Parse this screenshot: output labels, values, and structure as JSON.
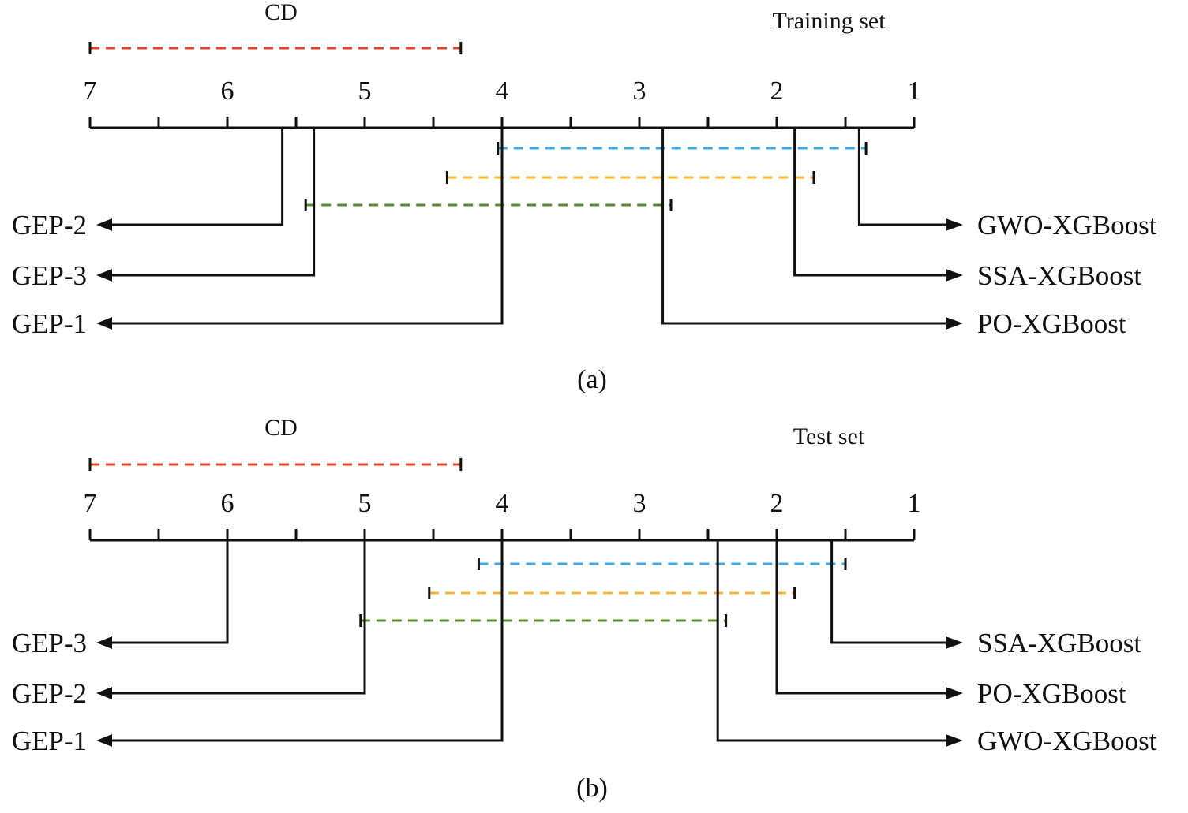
{
  "colors": {
    "axis": "#111111",
    "cd_bar": "#e8412c",
    "group_1": "#3fa9e6",
    "group_2": "#f7b534",
    "group_3": "#5a8a2e"
  },
  "chart_data": [
    {
      "type": "critical-difference",
      "panel": "(a)",
      "title": "Training set",
      "cd_label": "CD",
      "axis_range": [
        7,
        1
      ],
      "ticks": [
        "7",
        "6",
        "5",
        "4",
        "3",
        "2",
        "1"
      ],
      "cd_value": 2.7,
      "methods": [
        {
          "name": "GEP-2",
          "rank": 5.6,
          "side": "left"
        },
        {
          "name": "GEP-3",
          "rank": 5.37,
          "side": "left"
        },
        {
          "name": "GEP-1",
          "rank": 4.0,
          "side": "left"
        },
        {
          "name": "GWO-XGBoost",
          "rank": 1.4,
          "side": "right"
        },
        {
          "name": "SSA-XGBoost",
          "rank": 1.87,
          "side": "right"
        },
        {
          "name": "PO-XGBoost",
          "rank": 2.83,
          "side": "right"
        }
      ],
      "cliques": [
        {
          "from": 4.03,
          "to": 1.35
        },
        {
          "from": 4.4,
          "to": 1.73
        },
        {
          "from": 5.43,
          "to": 2.77
        }
      ]
    },
    {
      "type": "critical-difference",
      "panel": "(b)",
      "title": "Test set",
      "cd_label": "CD",
      "axis_range": [
        7,
        1
      ],
      "ticks": [
        "7",
        "6",
        "5",
        "4",
        "3",
        "2",
        "1"
      ],
      "cd_value": 2.7,
      "methods": [
        {
          "name": "GEP-3",
          "rank": 6.0,
          "side": "left"
        },
        {
          "name": "GEP-2",
          "rank": 5.0,
          "side": "left"
        },
        {
          "name": "GEP-1",
          "rank": 4.0,
          "side": "left"
        },
        {
          "name": "SSA-XGBoost",
          "rank": 1.6,
          "side": "right"
        },
        {
          "name": "PO-XGBoost",
          "rank": 2.0,
          "side": "right"
        },
        {
          "name": "GWO-XGBoost",
          "rank": 2.43,
          "side": "right"
        }
      ],
      "cliques": [
        {
          "from": 4.17,
          "to": 1.5
        },
        {
          "from": 4.53,
          "to": 1.87
        },
        {
          "from": 5.03,
          "to": 2.37
        }
      ]
    }
  ]
}
